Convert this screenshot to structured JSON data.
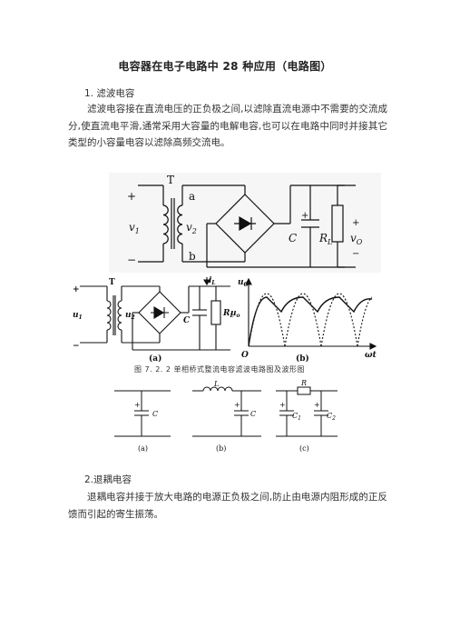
{
  "document": {
    "title": "电容器在电子电路中 28 种应用（电路图）",
    "section1": {
      "heading": "1. 滤波电容",
      "body": "滤波电容接在直流电压的正负极之间,以滤除直流电源中不需要的交流成分,使直流电平滑,通常采用大容量的电解电容,也可以在电路中同时并接其它类型的小容量电容以滤除高频交流电。"
    },
    "section2": {
      "heading": "2.退耦电容",
      "body": "退耦电容并接于放大电路的电源正负极之间,防止由电源内阻形成的正反馈而引起的寄生振荡。"
    }
  },
  "figure1": {
    "transformer": "T",
    "plus": "+",
    "minus": "−",
    "v1": "v",
    "v1_sub": "1",
    "v2": "v",
    "v2_sub": "2",
    "node_a": "a",
    "node_b": "b",
    "cap": "C",
    "res": "R",
    "res_sub": "L",
    "vout": "v",
    "vout_sub": "O"
  },
  "figure2": {
    "a_label": "(a)",
    "b_label": "(b)",
    "T": "T",
    "u1": "u",
    "u1_sub": "1",
    "u2": "u",
    "u2_sub": "2",
    "C": "C",
    "RL": "R",
    "RL_sub": "L",
    "uo": "u",
    "uo_sub": "o",
    "iL": "i",
    "iL_sub": "L",
    "uo_axis": "u",
    "uo_axis_sub": "O",
    "origin": "O",
    "wt": "ωt",
    "caption": "图 7. 2. 2   单相桥式整流电容滤波电路图及波形图"
  },
  "figure3": {
    "a_label": "(a)",
    "b_label": "(b)",
    "c_label": "(c)",
    "C": "C",
    "L": "L",
    "R": "R",
    "C1": "C",
    "C1_sub": "1",
    "C2": "C",
    "C2_sub": "2",
    "plus": "+"
  }
}
